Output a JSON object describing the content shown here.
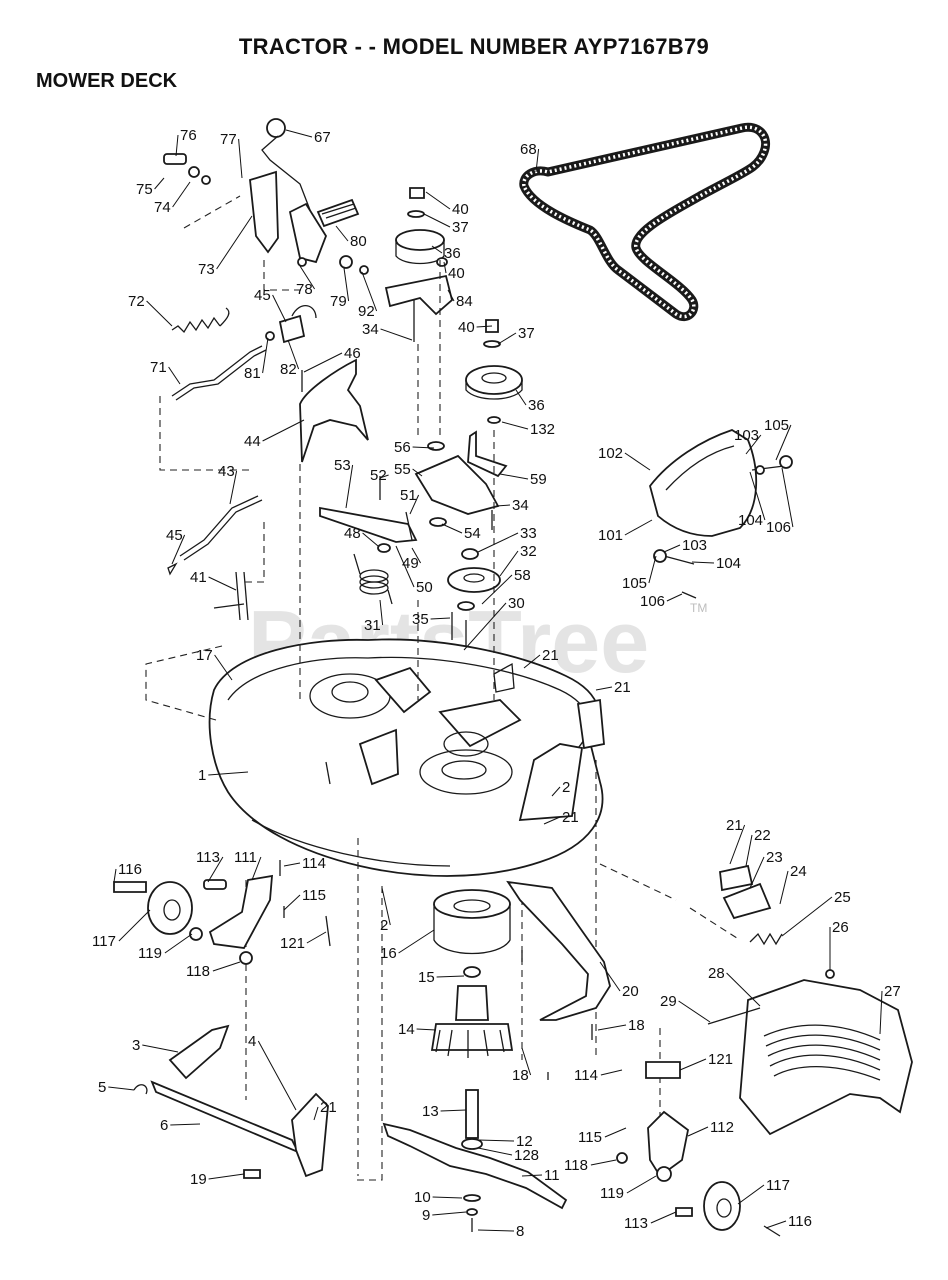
{
  "title": "TRACTOR - - MODEL NUMBER AYP7167B79",
  "subtitle": "MOWER DECK",
  "watermark": {
    "text": "PartsTree",
    "tm": "TM"
  },
  "callouts": [
    "76",
    "77",
    "67",
    "75",
    "74",
    "73",
    "78",
    "80",
    "79",
    "92",
    "72",
    "45",
    "81",
    "82",
    "46",
    "71",
    "44",
    "43",
    "45",
    "41",
    "40",
    "37",
    "36",
    "40",
    "84",
    "34",
    "40",
    "37",
    "36",
    "132",
    "56",
    "55",
    "59",
    "52",
    "53",
    "51",
    "34",
    "48",
    "54",
    "49",
    "33",
    "50",
    "32",
    "58",
    "31",
    "35",
    "30",
    "68",
    "102",
    "103",
    "105",
    "101",
    "104",
    "106",
    "103",
    "104",
    "105",
    "106",
    "17",
    "21",
    "21",
    "1",
    "2",
    "21",
    "116",
    "113",
    "111",
    "114",
    "115",
    "117",
    "119",
    "121",
    "118",
    "2",
    "16",
    "15",
    "14",
    "20",
    "18",
    "18",
    "3",
    "4",
    "5",
    "6",
    "21",
    "19",
    "13",
    "12",
    "128",
    "11",
    "10",
    "9",
    "8",
    "21",
    "22",
    "23",
    "24",
    "25",
    "26",
    "27",
    "28",
    "29",
    "114",
    "121",
    "115",
    "112",
    "118",
    "119",
    "113",
    "117",
    "116"
  ]
}
